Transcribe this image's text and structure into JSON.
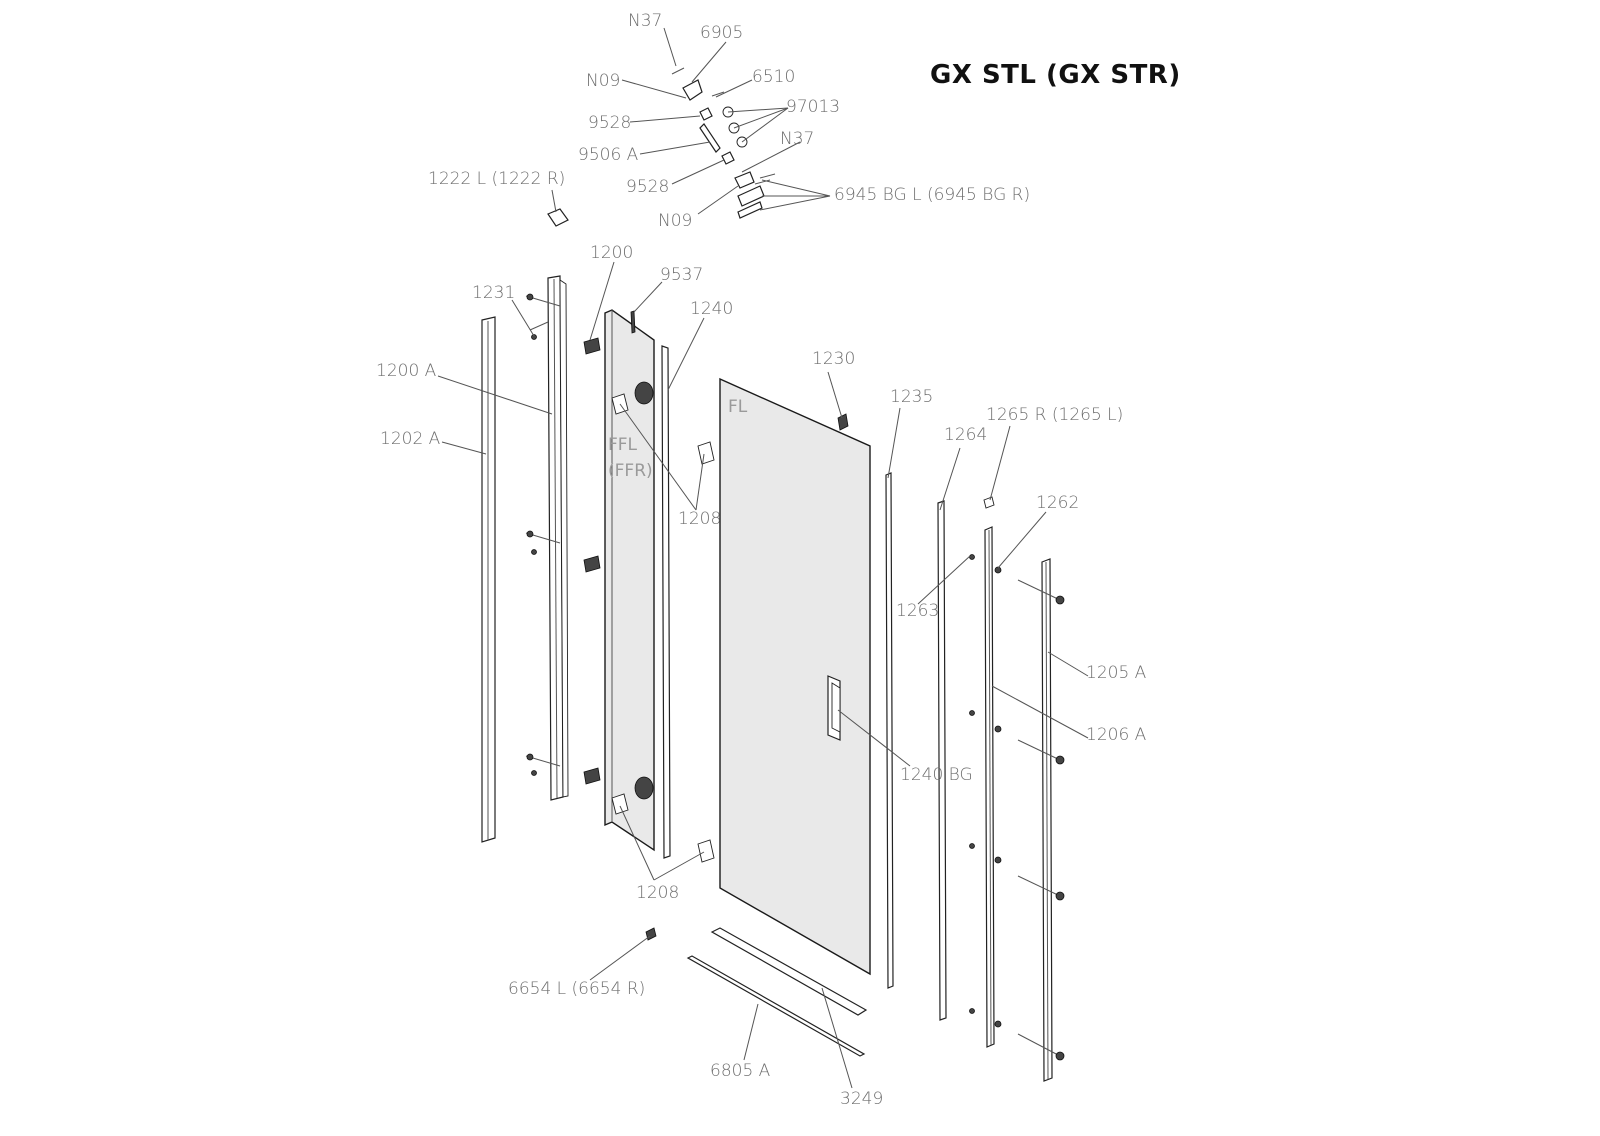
{
  "diagram": {
    "title": "GX STL (GX STR)",
    "labels": {
      "n37_top": "N37",
      "p6905": "6905",
      "n09_top": "N09",
      "p6510": "6510",
      "p97013": "97013",
      "p9528_top": "9528",
      "n37_mid": "N37",
      "p9506a": "9506 A",
      "p9528_bottom": "9528",
      "p6945": "6945 BG L (6945 BG R)",
      "n09_bottom": "N09",
      "p1222": "1222 L (1222 R)",
      "p1200": "1200",
      "p9537": "9537",
      "p1231": "1231",
      "p1240": "1240",
      "p1230": "1230",
      "p1200a": "1200 A",
      "p1235": "1235",
      "p1265": "1265 R (1265 L)",
      "p1202a": "1202 A",
      "fl": "FL",
      "ffl": "FFL",
      "ffr": "(FFR)",
      "p1264": "1264",
      "p1208_top": "1208",
      "p1262": "1262",
      "p1263": "1263",
      "p1205a": "1205 A",
      "p1206a": "1206 A",
      "p1240bg": "1240 BG",
      "p1208_bottom": "1208",
      "p6654": "6654 L (6654 R)",
      "p6805a": "6805 A",
      "p3249": "3249"
    }
  }
}
